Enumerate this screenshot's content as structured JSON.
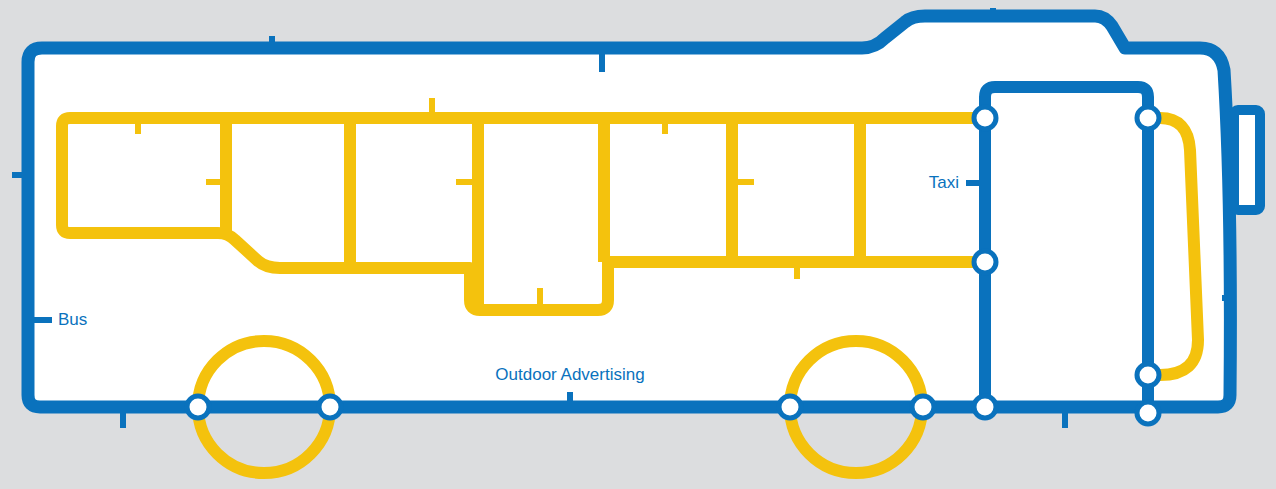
{
  "diagram": {
    "labels": [
      "Taxi",
      "Bus",
      "Outdoor Advertising"
    ]
  }
}
